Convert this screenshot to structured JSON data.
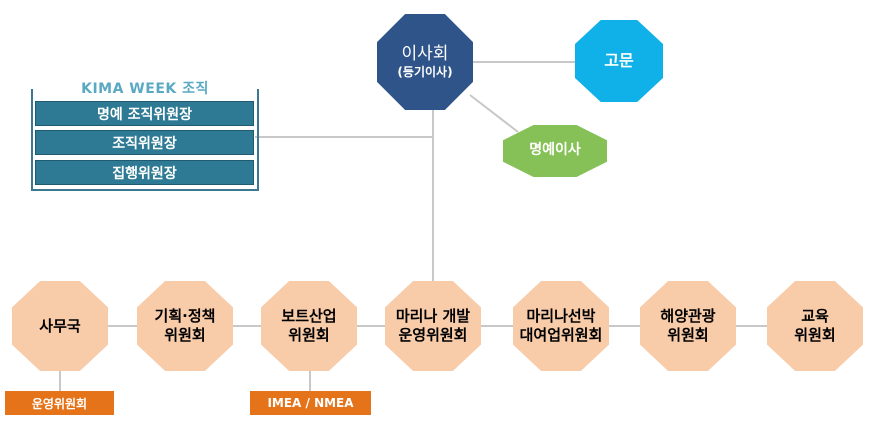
{
  "board": {
    "name": "이사회",
    "sub": "(등기이사)"
  },
  "advisor": "고문",
  "honorary": "명예이사",
  "kima": {
    "title": "KIMA WEEK 조직",
    "rows": [
      "명예 조직위원장",
      "조직위원장",
      "집행위원장"
    ]
  },
  "committees": [
    {
      "lines": [
        "사무국"
      ]
    },
    {
      "lines": [
        "기획·정책",
        "위원회"
      ]
    },
    {
      "lines": [
        "보트산업",
        "위원회"
      ]
    },
    {
      "lines": [
        "마리나 개발",
        "운영위원회"
      ]
    },
    {
      "lines": [
        "마리나선박",
        "대여업위원회"
      ]
    },
    {
      "lines": [
        "해양관광",
        "위원회"
      ]
    },
    {
      "lines": [
        "교육",
        "위원회"
      ]
    }
  ],
  "sub_tags": [
    "운영위원회",
    "IMEA / NMEA"
  ]
}
